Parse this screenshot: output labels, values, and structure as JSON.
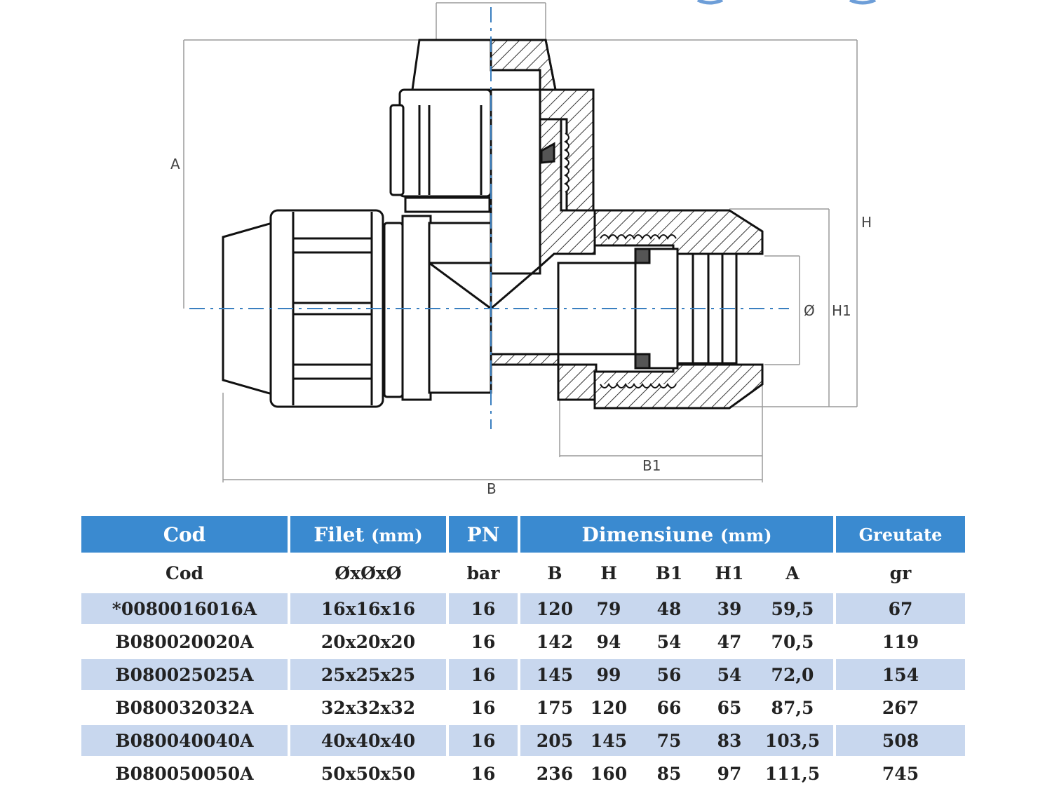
{
  "drawing": {
    "dim_labels": {
      "A": "A",
      "B": "B",
      "B1": "B1",
      "H": "H",
      "H1": "H1",
      "D": "Ø"
    }
  },
  "table": {
    "headers": {
      "cod": "Cod",
      "filet": "Filet",
      "filet_unit": "(mm)",
      "pn": "PN",
      "dimensiune": "Dimensiune",
      "dimensiune_unit": "(mm)",
      "greutate": "Greutate"
    },
    "subheaders": {
      "cod": "Cod",
      "filet": "ØxØxØ",
      "pn": "bar",
      "b": "B",
      "h": "H",
      "b1": "B1",
      "h1": "H1",
      "a": "A",
      "greutate": "gr"
    },
    "rows": [
      {
        "cod": "*0080016016A",
        "filet": "16x16x16",
        "pn": "16",
        "b": "120",
        "h": "79",
        "b1": "48",
        "h1": "39",
        "a": "59,5",
        "gr": "67"
      },
      {
        "cod": "B080020020A",
        "filet": "20x20x20",
        "pn": "16",
        "b": "142",
        "h": "94",
        "b1": "54",
        "h1": "47",
        "a": "70,5",
        "gr": "119"
      },
      {
        "cod": "B080025025A",
        "filet": "25x25x25",
        "pn": "16",
        "b": "145",
        "h": "99",
        "b1": "56",
        "h1": "54",
        "a": "72,0",
        "gr": "154"
      },
      {
        "cod": "B080032032A",
        "filet": "32x32x32",
        "pn": "16",
        "b": "175",
        "h": "120",
        "b1": "66",
        "h1": "65",
        "a": "87,5",
        "gr": "267"
      },
      {
        "cod": "B080040040A",
        "filet": "40x40x40",
        "pn": "16",
        "b": "205",
        "h": "145",
        "b1": "75",
        "h1": "83",
        "a": "103,5",
        "gr": "508"
      },
      {
        "cod": "B080050050A",
        "filet": "50x50x50",
        "pn": "16",
        "b": "236",
        "h": "160",
        "b1": "85",
        "h1": "97",
        "a": "111,5",
        "gr": "745"
      }
    ]
  },
  "colors": {
    "header_bg": "#3a8ad0",
    "row_shade": "#c8d7ee",
    "centerline": "#3a7fc0"
  }
}
